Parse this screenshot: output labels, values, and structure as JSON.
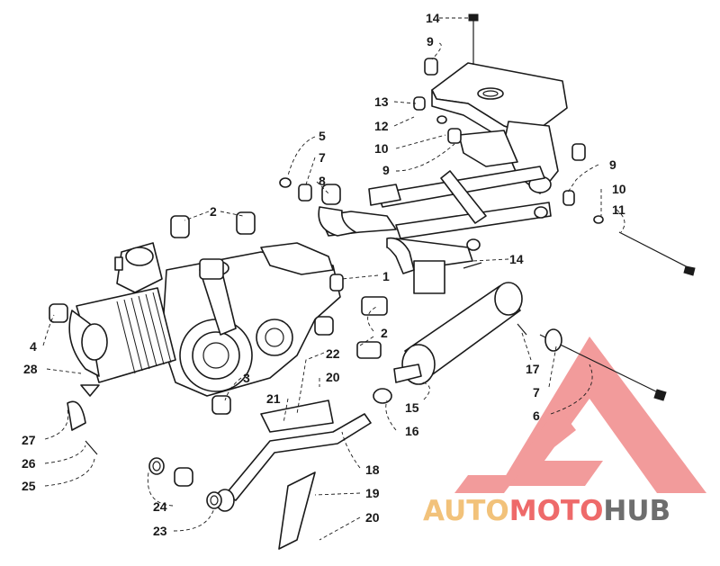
{
  "diagram": {
    "callouts": [
      {
        "id": "c14a",
        "text": "14"
      },
      {
        "id": "c9a",
        "text": "9"
      },
      {
        "id": "c13",
        "text": "13"
      },
      {
        "id": "c12",
        "text": "12"
      },
      {
        "id": "c10a",
        "text": "10"
      },
      {
        "id": "c9b",
        "text": "9"
      },
      {
        "id": "c9c",
        "text": "9"
      },
      {
        "id": "c10b",
        "text": "10"
      },
      {
        "id": "c11",
        "text": "11"
      },
      {
        "id": "c5",
        "text": "5"
      },
      {
        "id": "c7a",
        "text": "7"
      },
      {
        "id": "c8",
        "text": "8"
      },
      {
        "id": "c2a",
        "text": "2"
      },
      {
        "id": "c1",
        "text": "1"
      },
      {
        "id": "c14b",
        "text": "14"
      },
      {
        "id": "c2b",
        "text": "2"
      },
      {
        "id": "c4",
        "text": "4"
      },
      {
        "id": "c28",
        "text": "28"
      },
      {
        "id": "c3",
        "text": "3"
      },
      {
        "id": "c22",
        "text": "22"
      },
      {
        "id": "c20a",
        "text": "20"
      },
      {
        "id": "c21",
        "text": "21"
      },
      {
        "id": "c17",
        "text": "17"
      },
      {
        "id": "c7b",
        "text": "7"
      },
      {
        "id": "c6",
        "text": "6"
      },
      {
        "id": "c15",
        "text": "15"
      },
      {
        "id": "c16",
        "text": "16"
      },
      {
        "id": "c27",
        "text": "27"
      },
      {
        "id": "c26",
        "text": "26"
      },
      {
        "id": "c25",
        "text": "25"
      },
      {
        "id": "c18",
        "text": "18"
      },
      {
        "id": "c19",
        "text": "19"
      },
      {
        "id": "c24",
        "text": "24"
      },
      {
        "id": "c23",
        "text": "23"
      },
      {
        "id": "c20b",
        "text": "20"
      }
    ]
  },
  "watermark": {
    "word_1": "AUTO",
    "word_2": "MOTO",
    "word_3": "HUB",
    "color_auto": "#f2c27a",
    "color_moto": "#ee6a6a",
    "color_hub": "#6e6e6e",
    "color_logo": "#f08a8a"
  }
}
